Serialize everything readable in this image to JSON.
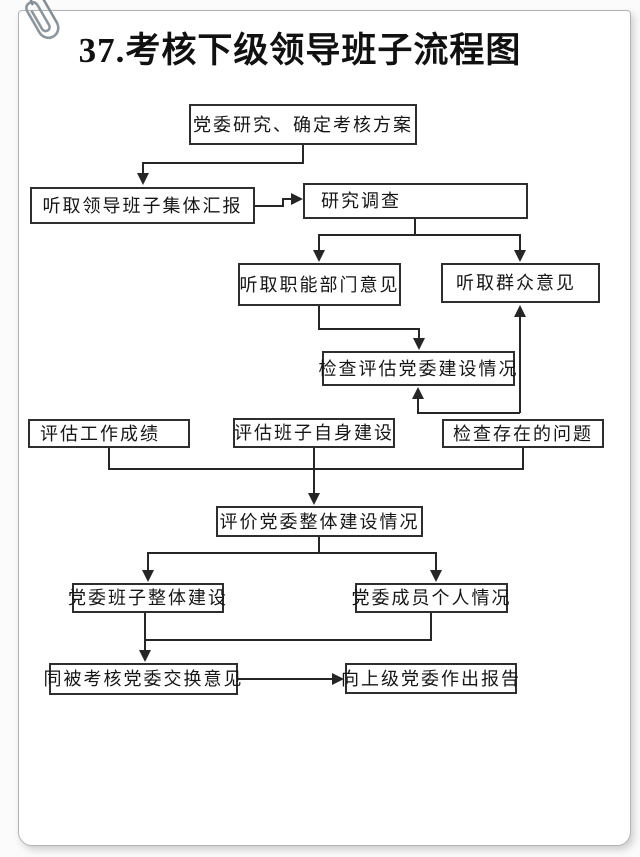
{
  "page": {
    "title": "37.考核下级领导班子流程图",
    "icons": {
      "paperclip": "paperclip-icon"
    },
    "colors": {
      "paper": "#ffffff",
      "line": "#262626",
      "box_border": "#2e2e2e",
      "text": "#161616",
      "paperclip": "#97a0a6"
    }
  },
  "flowchart": {
    "nodes": [
      {
        "label": "党委研究、确定考核方案"
      },
      {
        "label": "听取领导班子集体汇报"
      },
      {
        "label": "研究调查"
      },
      {
        "label": "听取职能部门意见"
      },
      {
        "label": "听取群众意见"
      },
      {
        "label": "检查评估党委建设情况"
      },
      {
        "label": "评估工作成绩"
      },
      {
        "label": "评估班子自身建设"
      },
      {
        "label": "检查存在的问题"
      },
      {
        "label": "评价党委整体建设情况"
      },
      {
        "label": "党委班子整体建设"
      },
      {
        "label": "党委成员个人情况"
      },
      {
        "label": "同被考核党委交换意见"
      },
      {
        "label": "向上级党委作出报告"
      }
    ]
  }
}
